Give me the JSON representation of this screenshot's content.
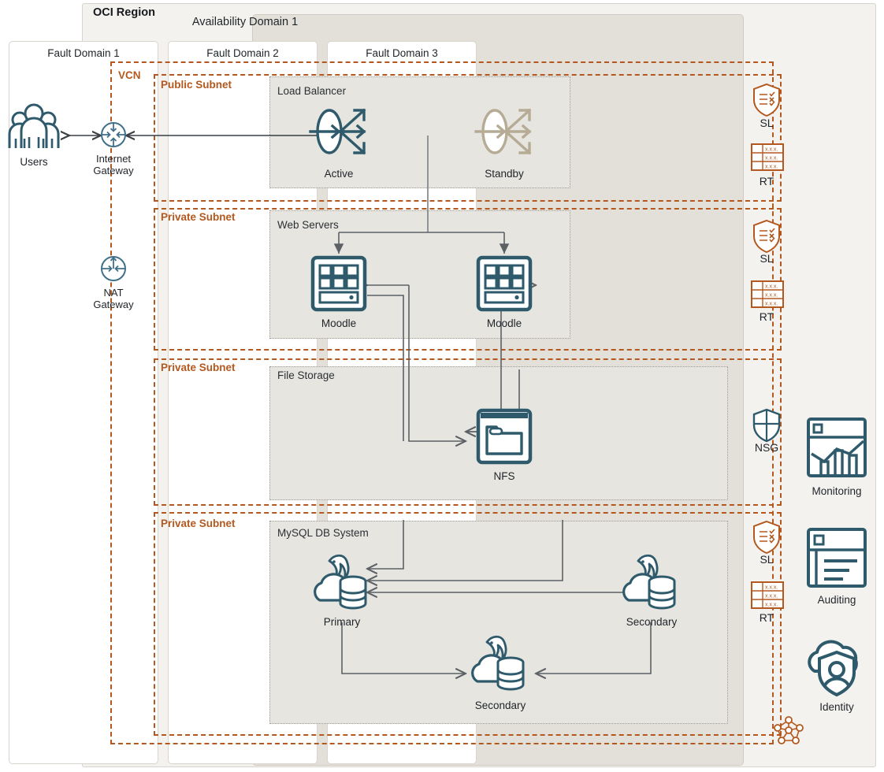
{
  "diagram": {
    "title": "OCI Region",
    "region_label": "OCI Region",
    "availability_domain": "Availability Domain 1",
    "fault_domains": [
      "Fault Domain 1",
      "Fault Domain 2",
      "Fault Domain 3"
    ],
    "vcn_label": "VCN",
    "subnets": [
      {
        "label": "Public Subnet",
        "kind": "public"
      },
      {
        "label": "Private Subnet",
        "kind": "private"
      },
      {
        "label": "Private Subnet",
        "kind": "private"
      },
      {
        "label": "Private Subnet",
        "kind": "private"
      }
    ],
    "groups": [
      {
        "label": "Load Balancer"
      },
      {
        "label": "Web Servers"
      },
      {
        "label": "File Storage"
      },
      {
        "label": "MySQL DB System"
      }
    ],
    "external": {
      "users_label": "Users",
      "internet_gateway_label": "Internet\nGateway",
      "internet_gateway_line1": "Internet",
      "internet_gateway_line2": "Gateway",
      "nat_gateway_line1": "NAT",
      "nat_gateway_line2": "Gateway"
    },
    "nodes": {
      "lb_active": "Active",
      "lb_standby": "Standby",
      "web1": "Moodle",
      "web2": "Moodle",
      "nfs": "NFS",
      "db_primary": "Primary",
      "db_secondary_fd2": "Secondary",
      "db_secondary_fd3": "Secondary"
    },
    "security_rail": [
      {
        "label": "SL",
        "icon": "security-list-icon"
      },
      {
        "label": "RT",
        "icon": "route-table-icon"
      },
      {
        "label": "SL",
        "icon": "security-list-icon"
      },
      {
        "label": "RT",
        "icon": "route-table-icon"
      },
      {
        "label": "NSG",
        "icon": "network-security-group-icon"
      },
      {
        "label": "SL",
        "icon": "security-list-icon"
      },
      {
        "label": "RT",
        "icon": "route-table-icon"
      }
    ],
    "services": [
      {
        "label": "Monitoring",
        "icon": "monitoring-icon"
      },
      {
        "label": "Auditing",
        "icon": "auditing-icon"
      },
      {
        "label": "Identity",
        "icon": "identity-icon"
      }
    ],
    "service_connector_icon": "service-mesh-icon",
    "colors": {
      "teal": "#2e5a6b",
      "teal_light": "#41708a",
      "tan": "#b6ab94",
      "orange": "#b3591f",
      "wire": "#5c6166",
      "region_bg": "#f4f2ef",
      "ad_bg": "#e3e0da",
      "group_bg": "#e7e5e0",
      "fd_bg": "#ffffff",
      "text": "#1f2429"
    }
  }
}
